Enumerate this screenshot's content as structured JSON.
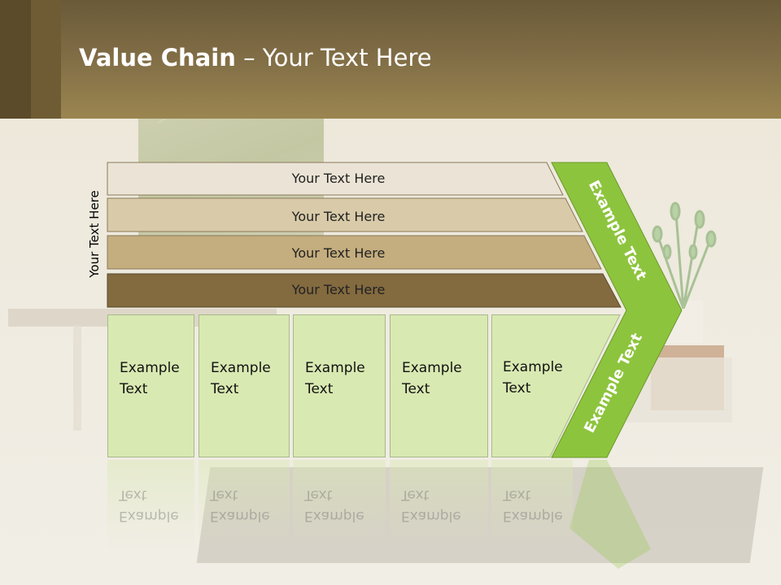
{
  "header": {
    "title_bold": "Value Chain",
    "title_rest": " – Your Text Here"
  },
  "side_label": "Your Text Here",
  "bars": [
    {
      "label": "Your Text Here",
      "color": "#ebe4d6"
    },
    {
      "label": "Your Text Here",
      "color": "#d9cba9"
    },
    {
      "label": "Your Text Here",
      "color": "#c4ad7e"
    },
    {
      "label": "Your Text Here",
      "color": "#836a3f"
    }
  ],
  "columns": [
    {
      "line1": "Example",
      "line2": "Text"
    },
    {
      "line1": "Example",
      "line2": "Text"
    },
    {
      "line1": "Example",
      "line2": "Text"
    },
    {
      "line1": "Example",
      "line2": "Text"
    },
    {
      "line1": "Example",
      "line2": "Text"
    }
  ],
  "arrow": {
    "upper_text": "Example Text",
    "lower_text": "Example Text",
    "color": "#8dc43d"
  }
}
